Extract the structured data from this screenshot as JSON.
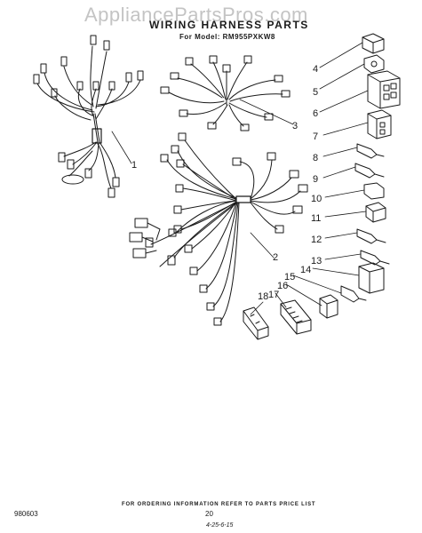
{
  "watermark": "AppliancePartsPros.com",
  "header": {
    "title": "WIRING HARNESS PARTS",
    "model_prefix": "For Model:",
    "model_number": "RM955PXKW8"
  },
  "callouts": [
    "1",
    "2",
    "3",
    "4",
    "5",
    "6",
    "7",
    "8",
    "9",
    "10",
    "11",
    "12",
    "13",
    "14",
    "15",
    "16",
    "17",
    "18"
  ],
  "footer": {
    "note": "FOR ORDERING INFORMATION REFER TO PARTS PRICE LIST",
    "doc_code": "980603",
    "page_number": "20",
    "handwritten": "4-25-6-15"
  },
  "colors": {
    "ink": "#1a1a1a",
    "watermark": "#c4c4c4",
    "paper": "#ffffff"
  }
}
